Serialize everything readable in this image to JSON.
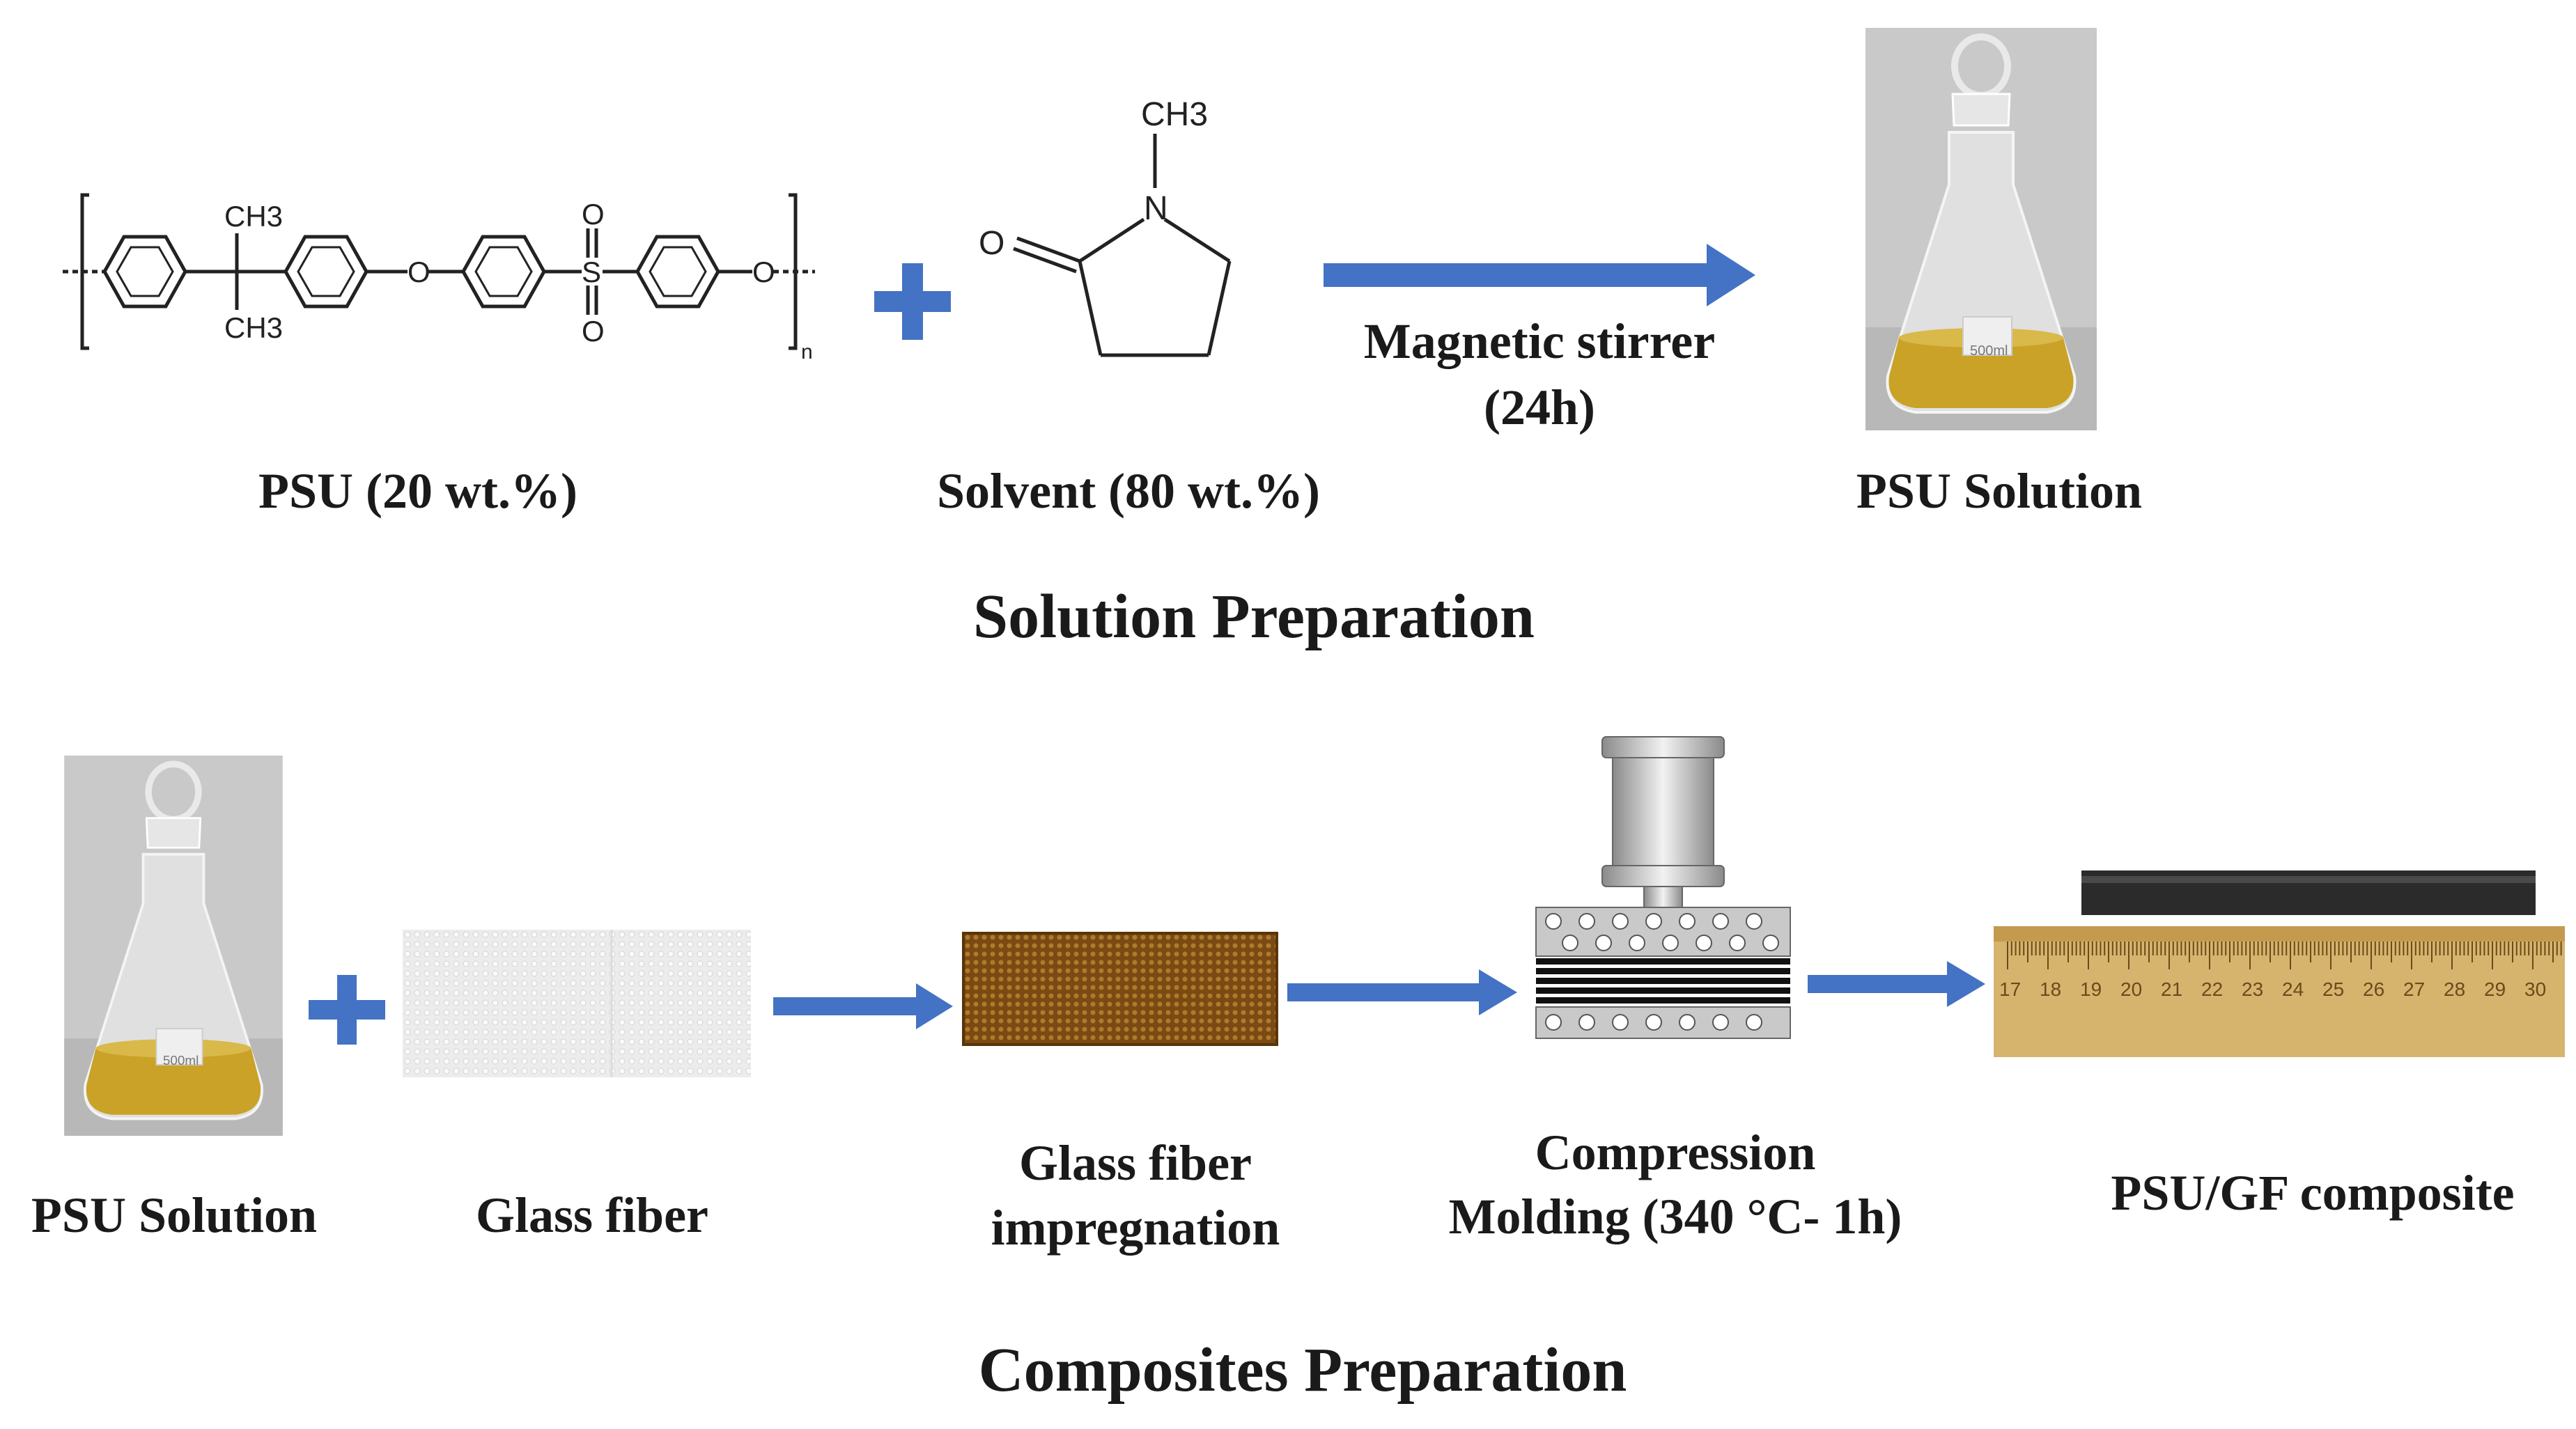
{
  "solution_preparation": {
    "title": "Solution Preparation",
    "psu": {
      "label": "PSU (20 wt.%)",
      "chem_text": {
        "ch3_top": "CH3",
        "ch3_bottom": "CH3",
        "o1": "O",
        "s": "S",
        "o_up": "O",
        "o_down": "O",
        "o2": "O",
        "n": "n"
      }
    },
    "solvent": {
      "label": "Solvent (80 wt.%)",
      "chem_text": {
        "ch3": "CH3",
        "n": "N",
        "o": "O"
      }
    },
    "stirrer": {
      "line1": "Magnetic stirrer",
      "line2": "(24h)"
    },
    "product": {
      "label": "PSU Solution",
      "flask_mark": "500ml"
    }
  },
  "composites_preparation": {
    "title": "Composites Preparation",
    "psu_solution": {
      "label": "PSU Solution",
      "flask_mark": "500ml"
    },
    "glass_fiber": {
      "label": "Glass fiber"
    },
    "impregnation": {
      "line1": "Glass fiber",
      "line2": "impregnation"
    },
    "compression": {
      "line1": "Compression",
      "line2": "Molding (340 °C- 1h)"
    },
    "composite": {
      "label": "PSU/GF composite",
      "ruler_ticks": [
        "17",
        "18",
        "19",
        "20",
        "21",
        "22",
        "23",
        "24",
        "25",
        "26",
        "27",
        "28",
        "29",
        "30"
      ]
    }
  },
  "colors": {
    "arrow": "#4472c4",
    "plus": "#4472c4",
    "solution": "#c9a227",
    "ruler": "#d6b46e"
  },
  "icons": [
    "plus-icon",
    "arrow-icon",
    "flask-photo",
    "glass-fiber-photo",
    "impregnated-fiber-photo",
    "press-icon",
    "ruler-photo"
  ]
}
